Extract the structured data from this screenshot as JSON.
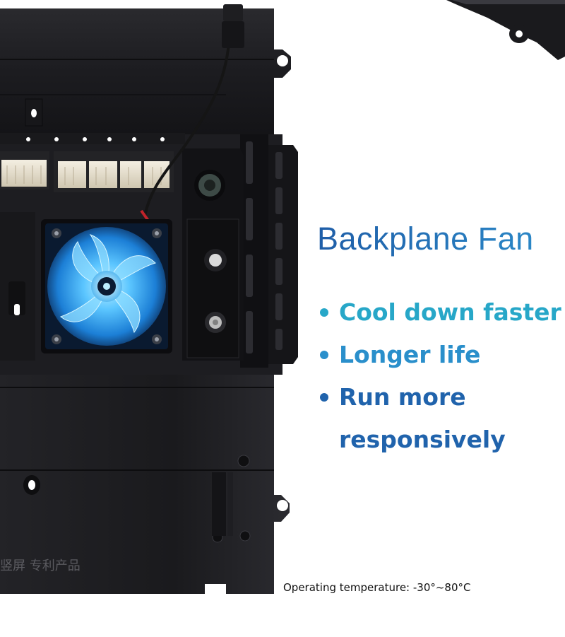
{
  "heading": "Backplane Fan",
  "features": [
    {
      "text": "Cool down faster"
    },
    {
      "text": "Longer life"
    },
    {
      "text": "Run more responsively"
    }
  ],
  "temperature_note": "Operating temperature:  -30°~80°C",
  "panel_label": "竖屏 专利产品",
  "colors": {
    "heading": "#1f5ea8",
    "feature_1": "#27a7c8",
    "feature_2": "#2a8fcb",
    "feature_3": "#2063ac",
    "fan_glow": "#39b7ff",
    "panel": "#1b1b1e"
  },
  "icons": [
    "fan-icon",
    "bullet-dot-icon"
  ]
}
